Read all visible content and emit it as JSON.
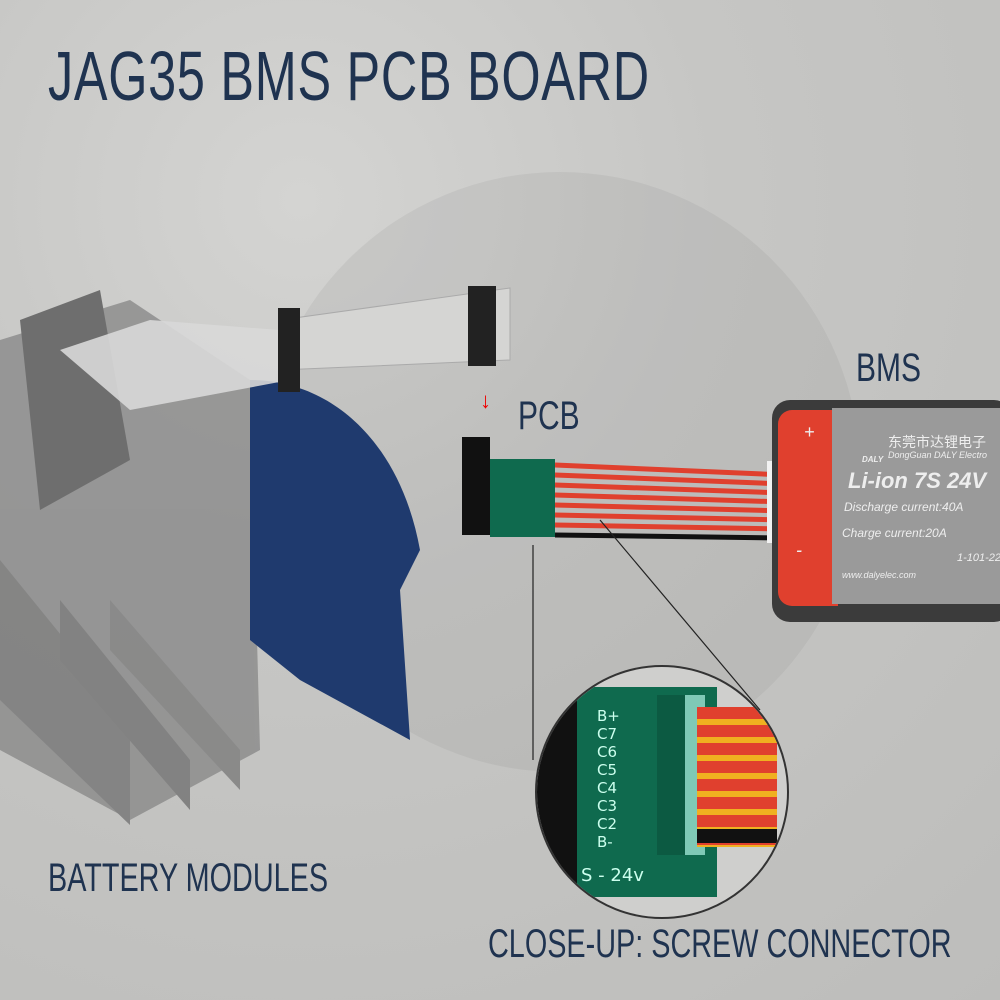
{
  "title": "JAG35 BMS PCB BOARD",
  "labels": {
    "bms": "BMS",
    "pcb": "PCB",
    "battery_modules": "BATTERY MODULES",
    "close_up": "CLOSE-UP:  SCREW CONNECTOR"
  },
  "bms_device": {
    "brand": "DALY",
    "chinese_name": "东莞市达锂电子",
    "company": "DongGuan DALY Electro",
    "model": "Li-ion 7S 24V",
    "discharge": "Discharge current:40A",
    "charge": "Charge current:20A",
    "website": "www.dalyelec.com",
    "code": "1-101-22",
    "plus": "+",
    "minus": "-"
  },
  "pcb_board": {
    "pins": [
      "B+",
      "C7",
      "C6",
      "C5",
      "C4",
      "C3",
      "C2",
      "B-"
    ],
    "voltage_label": "S  -  24v"
  },
  "colors": {
    "navy": "#1f3350",
    "red": "#e0402e",
    "pcb_green": "#0f6a4e"
  }
}
